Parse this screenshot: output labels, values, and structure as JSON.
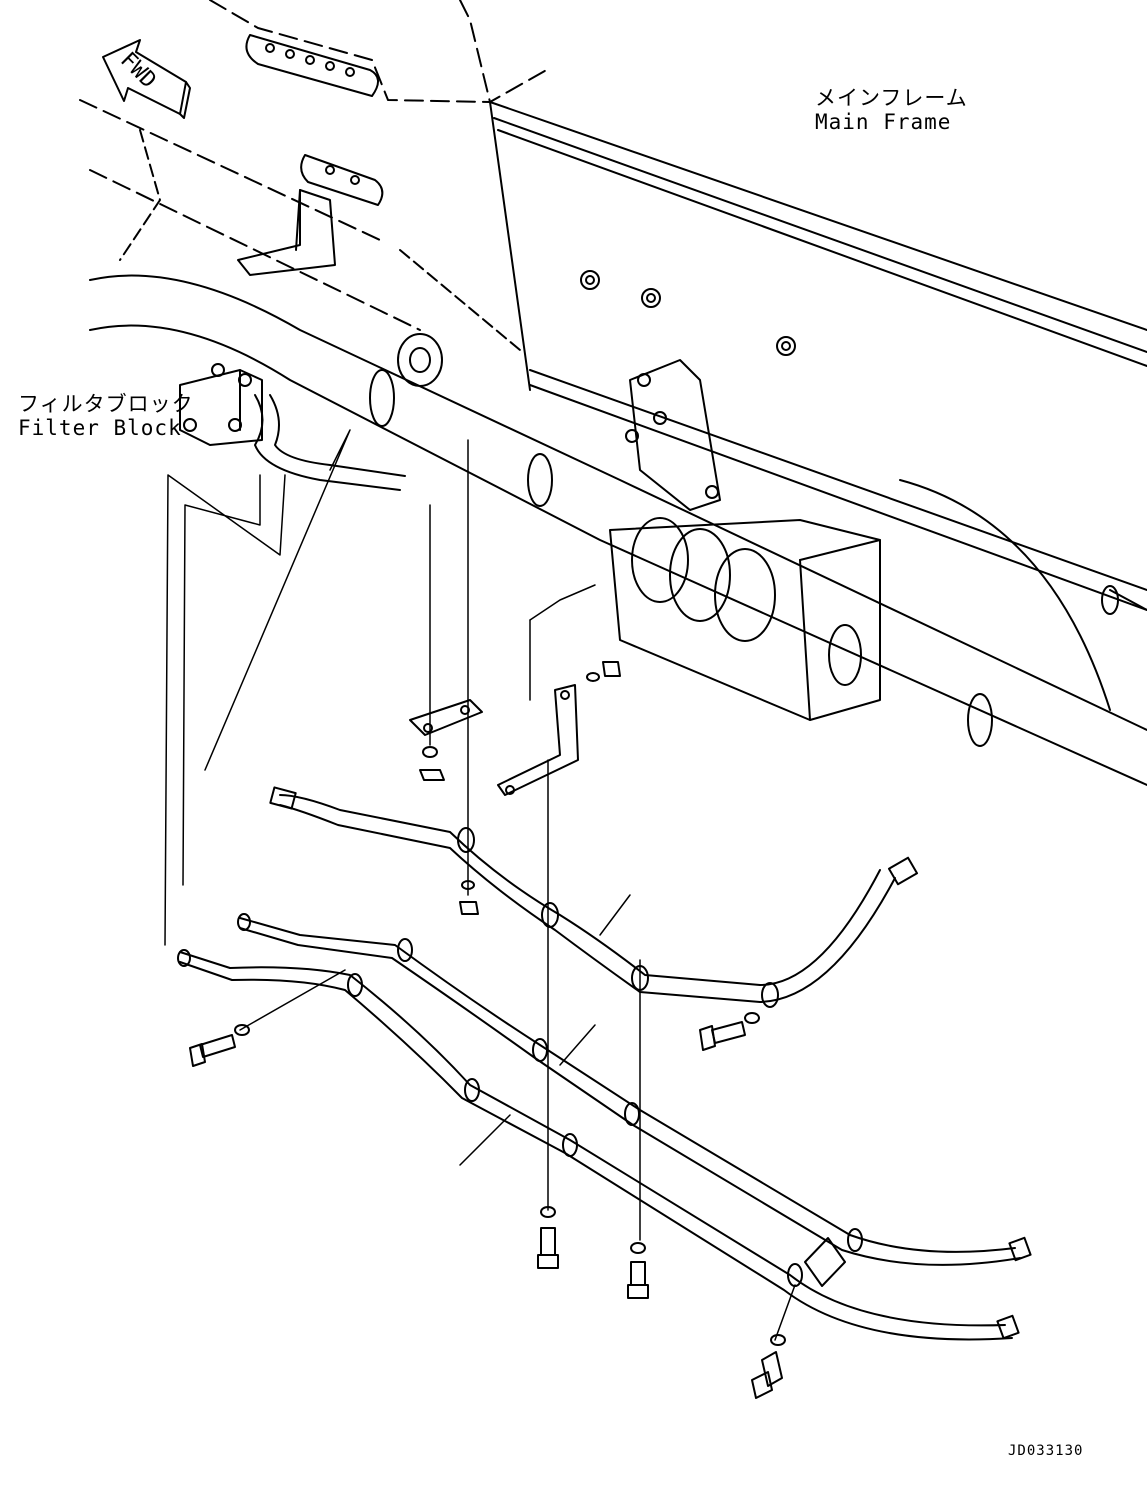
{
  "labels": {
    "fwd": "FWD",
    "main_frame_jp": "メインフレーム",
    "main_frame_en": "Main Frame",
    "filter_block_jp": "フィルタブロック",
    "filter_block_en": "Filter Block",
    "drawing_code": "JD033130"
  }
}
